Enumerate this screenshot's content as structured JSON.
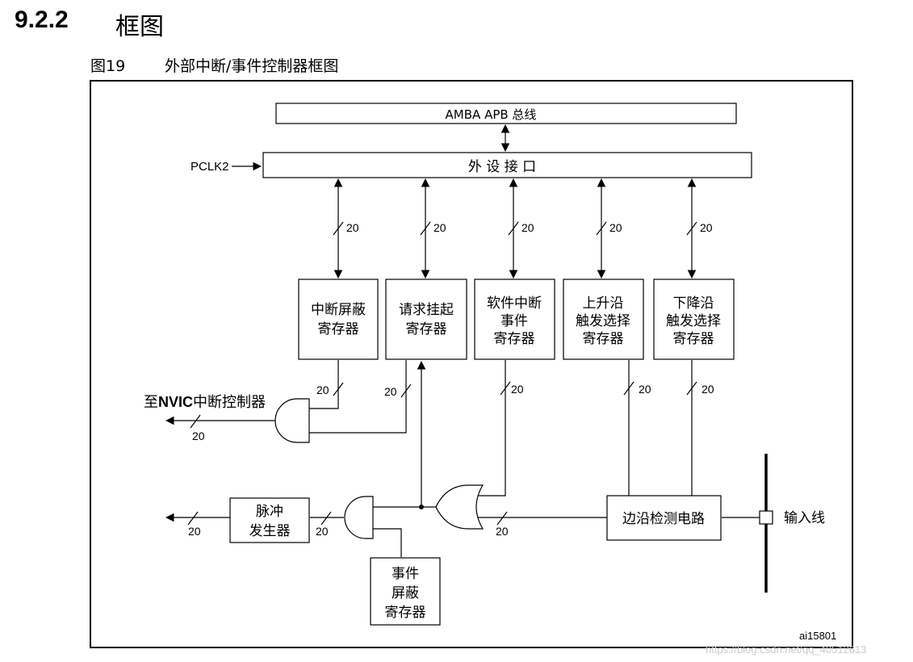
{
  "section": {
    "number": "9.2.2",
    "title": "框图"
  },
  "figure": {
    "number": "图19",
    "title": "外部中断/事件控制器框图"
  },
  "bus": {
    "label": "AMBA APB 总线"
  },
  "peripheral_interface": {
    "label": "外 设 接 口",
    "clock": "PCLK2"
  },
  "registers": [
    {
      "lines": [
        "中断屏蔽",
        "寄存器"
      ]
    },
    {
      "lines": [
        "请求挂起",
        "寄存器"
      ]
    },
    {
      "lines": [
        "软件中断",
        "事件",
        "寄存器"
      ]
    },
    {
      "lines": [
        "上升沿",
        "触发选择",
        "寄存器"
      ]
    },
    {
      "lines": [
        "下降沿",
        "触发选择",
        "寄存器"
      ]
    }
  ],
  "bus_width": "20",
  "nvic": {
    "prefix": "至",
    "bold": "NVIC",
    "suffix": "中断控制器"
  },
  "pulse_generator": {
    "lines": [
      "脉冲",
      "发生器"
    ]
  },
  "event_mask": {
    "lines": [
      "事件",
      "屏蔽",
      "寄存器"
    ]
  },
  "edge_detect": {
    "label": "边沿检测电路"
  },
  "input_line": {
    "label": "输入线"
  },
  "figure_code": "ai15801",
  "watermark": "https://blog.csdn.net/qq_40512613"
}
